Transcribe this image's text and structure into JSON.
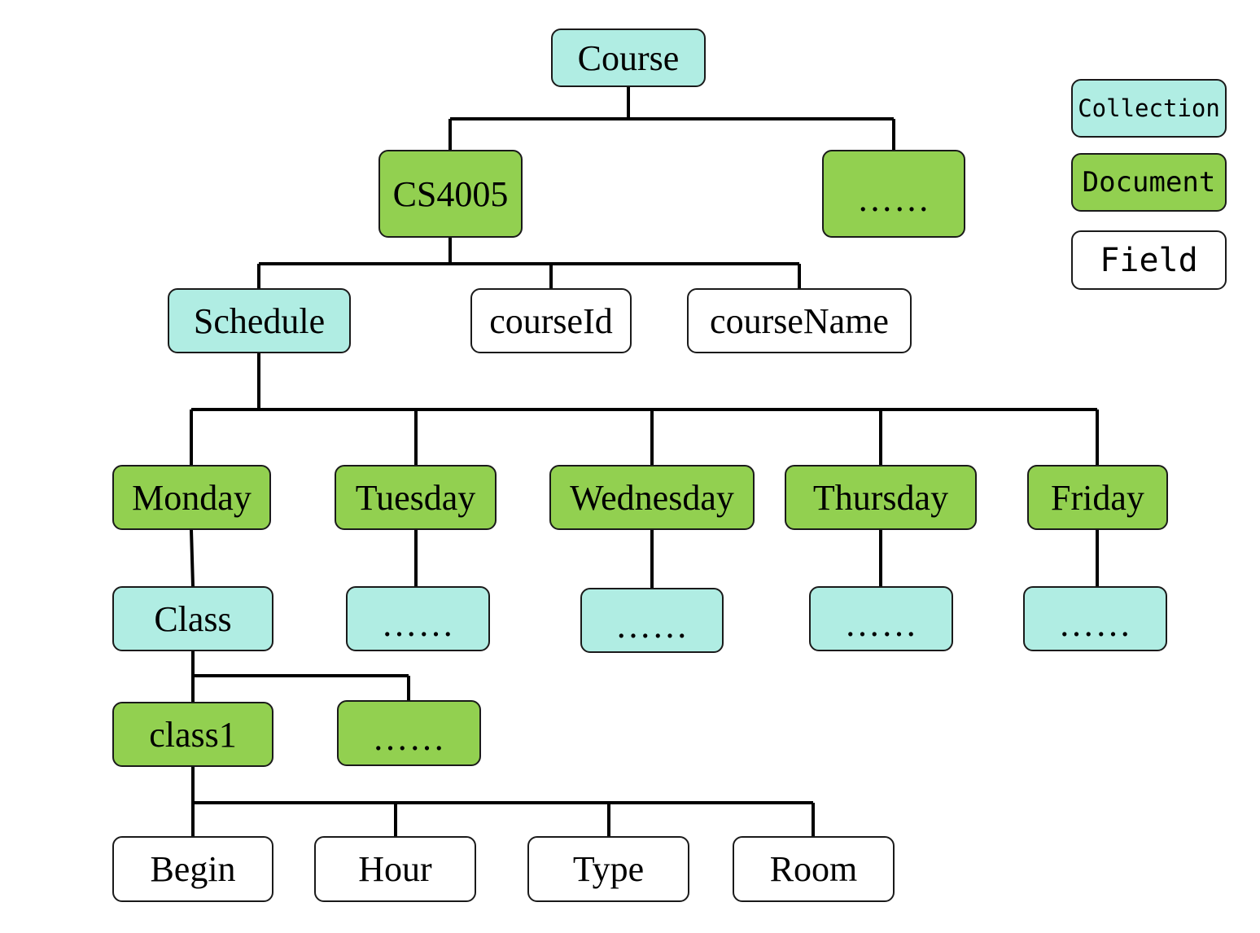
{
  "colors": {
    "collection": "#b0ede3",
    "document": "#92d050",
    "field": "#ffffff",
    "line": "#000000"
  },
  "legend": {
    "collection": "Collection",
    "document": "Document",
    "field": "Field"
  },
  "nodes": {
    "course": "Course",
    "cs4005": "CS4005",
    "more_courses": "……",
    "schedule": "Schedule",
    "course_id": "courseId",
    "course_name": "courseName",
    "monday": "Monday",
    "tuesday": "Tuesday",
    "wednesday": "Wednesday",
    "thursday": "Thursday",
    "friday": "Friday",
    "class": "Class",
    "tuesday_more": "……",
    "wednesday_more": "……",
    "thursday_more": "……",
    "friday_more": "……",
    "class1": "class1",
    "more_classes": "……",
    "begin": "Begin",
    "hour": "Hour",
    "type": "Type",
    "room": "Room"
  }
}
